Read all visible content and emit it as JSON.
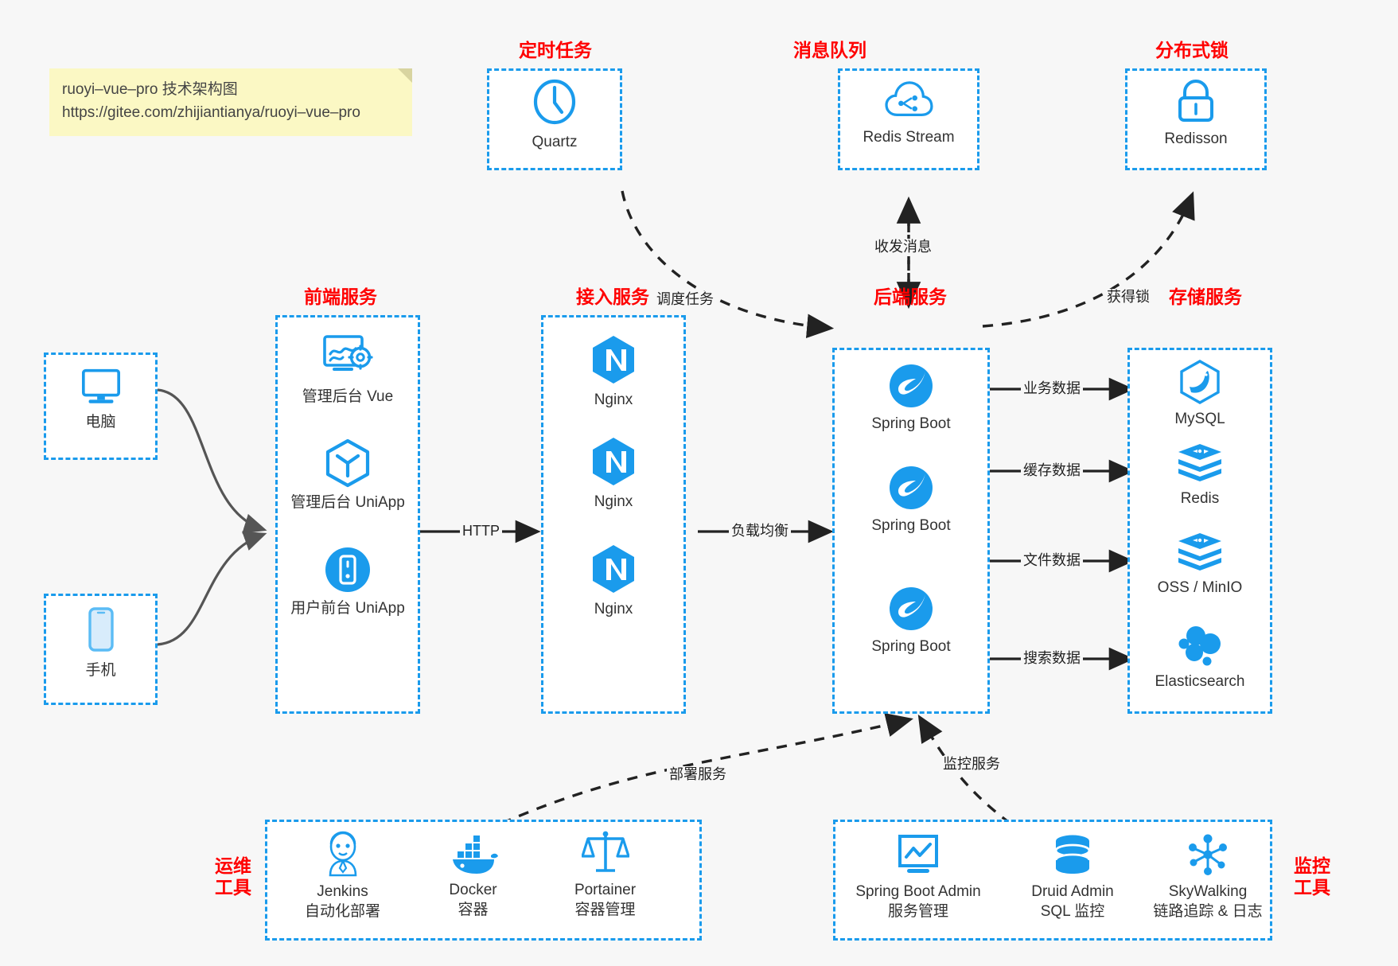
{
  "note": {
    "line1": "ruoyi–vue–pro 技术架构图",
    "line2": "https://gitee.com/zhijiantianya/ruoyi–vue–pro"
  },
  "colors": {
    "accent_blue": "#1a9bec",
    "title_red": "#ff0000",
    "background": "#f7f7f7",
    "note_yellow": "#fbf8c4",
    "arrow_dark": "#222222",
    "arrow_gray": "#555555"
  },
  "groups": {
    "scheduled_task": {
      "title": "定时任务"
    },
    "message_queue": {
      "title": "消息队列"
    },
    "distributed_lock": {
      "title": "分布式锁"
    },
    "frontend_service": {
      "title": "前端服务"
    },
    "gateway_service": {
      "title": "接入服务"
    },
    "backend_service": {
      "title": "后端服务"
    },
    "storage_service": {
      "title": "存储服务"
    },
    "ops_tools": {
      "title": "运维\n工具",
      "line1": "运维",
      "line2": "工具"
    },
    "monitor_tools": {
      "title": "监控\n工具",
      "line1": "监控",
      "line2": "工具"
    }
  },
  "nodes": {
    "quartz": {
      "label": "Quartz",
      "icon": "clock-icon"
    },
    "redis_stream": {
      "label": "Redis Stream",
      "icon": "cloud-stream-icon"
    },
    "redisson": {
      "label": "Redisson",
      "icon": "lock-icon"
    },
    "computer": {
      "label": "电脑",
      "icon": "desktop-icon"
    },
    "phone": {
      "label": "手机",
      "icon": "mobile-icon"
    },
    "admin_vue": {
      "label": "管理后台 Vue",
      "icon": "dashboard-gear-icon"
    },
    "admin_uniapp": {
      "label": "管理后台 UniApp",
      "icon": "hexagon-cube-icon"
    },
    "user_uniapp": {
      "label": "用户前台 UniApp",
      "icon": "mobile-circle-icon"
    },
    "nginx1": {
      "label": "Nginx",
      "icon": "nginx-icon"
    },
    "nginx2": {
      "label": "Nginx",
      "icon": "nginx-icon"
    },
    "nginx3": {
      "label": "Nginx",
      "icon": "nginx-icon"
    },
    "springboot1": {
      "label": "Spring Boot",
      "icon": "spring-leaf-icon"
    },
    "springboot2": {
      "label": "Spring Boot",
      "icon": "spring-leaf-icon"
    },
    "springboot3": {
      "label": "Spring Boot",
      "icon": "spring-leaf-icon"
    },
    "mysql": {
      "label": "MySQL",
      "icon": "mysql-dolphin-icon"
    },
    "redis": {
      "label": "Redis",
      "icon": "redis-stack-icon"
    },
    "oss_minio": {
      "label": "OSS / MinIO",
      "icon": "object-storage-icon"
    },
    "elasticsearch": {
      "label": "Elasticsearch",
      "icon": "elasticsearch-icon"
    },
    "jenkins": {
      "label": "Jenkins",
      "sublabel": "自动化部署",
      "icon": "jenkins-butler-icon"
    },
    "docker": {
      "label": "Docker",
      "sublabel": "容器",
      "icon": "docker-whale-icon"
    },
    "portainer": {
      "label": "Portainer",
      "sublabel": "容器管理",
      "icon": "portainer-scale-icon"
    },
    "spring_boot_admin": {
      "label": "Spring Boot Admin",
      "sublabel": "服务管理",
      "icon": "monitor-chart-icon"
    },
    "druid_admin": {
      "label": "Druid Admin",
      "sublabel": "SQL 监控",
      "icon": "database-icon"
    },
    "skywalking": {
      "label": "SkyWalking",
      "sublabel": "链路追踪 & 日志",
      "icon": "skywalking-node-icon"
    }
  },
  "edges": [
    {
      "label": "调度任务",
      "from": "quartz",
      "to": "backend_service",
      "style": "dashed"
    },
    {
      "label": "收发消息",
      "from": "redis_stream",
      "to": "backend_service",
      "style": "dashed-bidirectional"
    },
    {
      "label": "获得锁",
      "from": "backend_service",
      "to": "redisson",
      "style": "dashed"
    },
    {
      "label": "HTTP",
      "from": "frontend_service",
      "to": "gateway_service",
      "style": "solid"
    },
    {
      "label": "负载均衡",
      "from": "gateway_service",
      "to": "backend_service",
      "style": "solid"
    },
    {
      "label": "业务数据",
      "from": "backend_service",
      "to": "mysql",
      "style": "solid"
    },
    {
      "label": "缓存数据",
      "from": "backend_service",
      "to": "redis",
      "style": "solid"
    },
    {
      "label": "文件数据",
      "from": "backend_service",
      "to": "oss_minio",
      "style": "solid"
    },
    {
      "label": "搜索数据",
      "from": "backend_service",
      "to": "elasticsearch",
      "style": "solid"
    },
    {
      "label": "部署服务",
      "from": "ops_tools",
      "to": "backend_service",
      "style": "dashed"
    },
    {
      "label": "监控服务",
      "from": "monitor_tools",
      "to": "backend_service",
      "style": "dashed"
    }
  ]
}
